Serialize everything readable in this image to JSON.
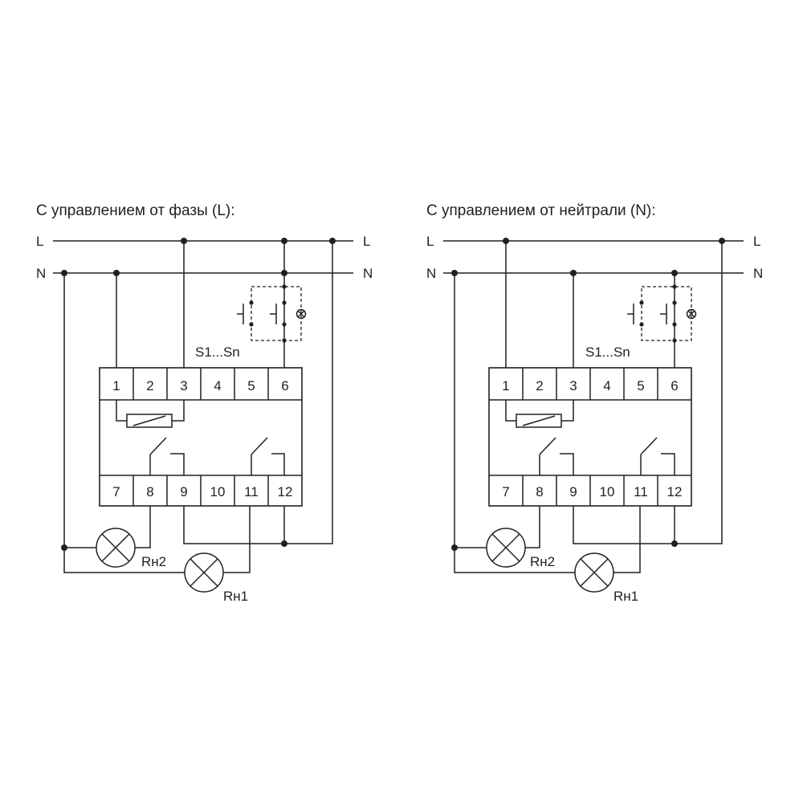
{
  "diagrams": [
    {
      "title": "С управлением от фазы (L):",
      "phase_left": "L",
      "phase_right": "L",
      "neutral_left": "N",
      "neutral_right": "N",
      "switch_label": "S1...Sn",
      "top_terminals": [
        "1",
        "2",
        "3",
        "4",
        "5",
        "6"
      ],
      "bottom_terminals": [
        "7",
        "8",
        "9",
        "10",
        "11",
        "12"
      ],
      "lamp1_label": "Rн1",
      "lamp2_label": "Rн2"
    },
    {
      "title": "С управлением от нейтрали (N):",
      "phase_left": "L",
      "phase_right": "L",
      "neutral_left": "N",
      "neutral_right": "N",
      "switch_label": "S1...Sn",
      "top_terminals": [
        "1",
        "2",
        "3",
        "4",
        "5",
        "6"
      ],
      "bottom_terminals": [
        "7",
        "8",
        "9",
        "10",
        "11",
        "12"
      ],
      "lamp1_label": "Rн1",
      "lamp2_label": "Rн2"
    }
  ]
}
